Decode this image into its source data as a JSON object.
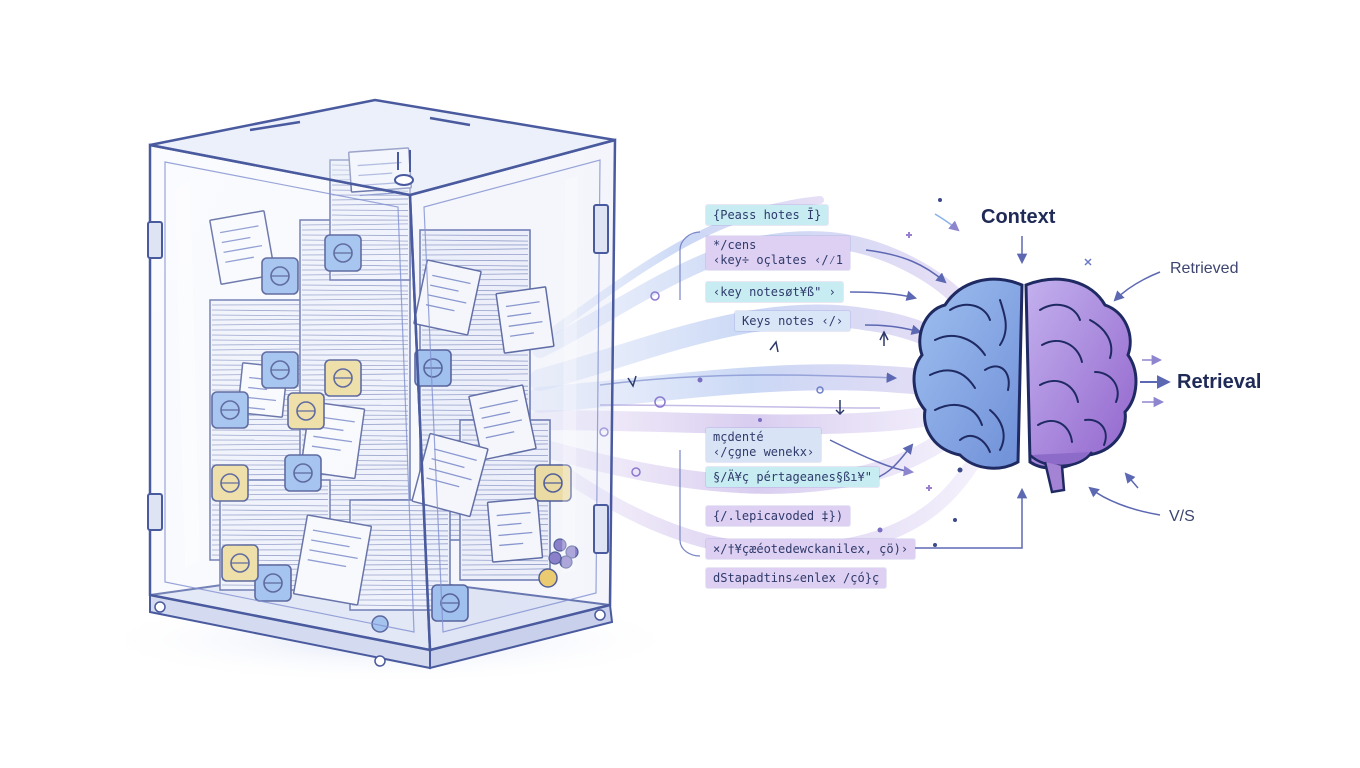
{
  "diagram": {
    "labels": {
      "context": "Context",
      "retrieved": "Retrieved",
      "retrieval": "Retrieval",
      "vs": "V/S"
    },
    "snippets": [
      {
        "lines": [
          "{Peass hotes Ī}"
        ],
        "color": "#c7edf2"
      },
      {
        "lines": [
          "*/cens",
          "‹key÷ oçlates ‹/⁄1"
        ],
        "color": "#ddd0f2"
      },
      {
        "lines": [
          "‹key notesøt¥ß\" ›"
        ],
        "color": "#c7edf2"
      },
      {
        "lines": [
          "Keys notes ‹/›"
        ],
        "color": "#d9e6f7"
      },
      {
        "lines": [
          "mçdenté",
          "‹/çgne wenekx›"
        ],
        "color": "#d8e4f5"
      },
      {
        "lines": [
          "§/Ä¥ç pértageanes§ßı¥\""
        ],
        "color": "#c7edf2"
      },
      {
        "lines": [
          "{/.lepicavoded ‡})"
        ],
        "color": "#ddd0f2"
      },
      {
        "lines": [
          "×/†¥çæéotedewckanilex, çö)›"
        ],
        "color": "#ddd0f2"
      },
      {
        "lines": [
          "dStapadtins∠enlex /çó}ç"
        ],
        "color": "#ddd0f2"
      }
    ],
    "colors": {
      "container_stroke": "#4a5a9e",
      "stream_blue": "#8fb4ea",
      "stream_purple": "#a28ad8",
      "brain_blue": "#5a78c8",
      "brain_purple": "#9a6fc9"
    }
  }
}
